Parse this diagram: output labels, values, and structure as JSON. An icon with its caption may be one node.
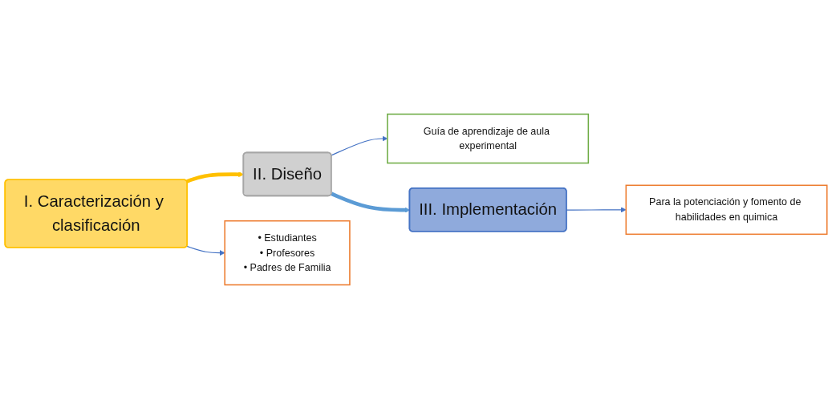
{
  "diagram": {
    "nodes": [
      {
        "text": [
          "Guía de aprendizaje de aula experimental"
        ]
      },
      {
        "text": [
          "I. Caracterización y clasificación"
        ]
      },
      {
        "text": [
          "II. Diseño"
        ]
      },
      {
        "text": [
          "III. Implementación"
        ]
      },
      {
        "text": [
          "• Estudiantes",
          "• Profesores",
          "• Padres de Familia"
        ]
      },
      {
        "text": [
          "Para la potenciación y fomento de habilidades en quimica"
        ]
      }
    ],
    "edges": [
      {
        "from": 1,
        "to": 2,
        "arrow": "to",
        "style": "thick",
        "color": "#ffc000"
      },
      {
        "from": 2,
        "to": 3,
        "arrow": "to",
        "style": "thick",
        "color": "#5b9bd5"
      },
      {
        "from": 2,
        "to": 0,
        "arrow": "to"
      },
      {
        "from": 1,
        "to": 4,
        "arrow": "to"
      },
      {
        "from": 3,
        "to": 5,
        "arrow": "to"
      }
    ]
  }
}
